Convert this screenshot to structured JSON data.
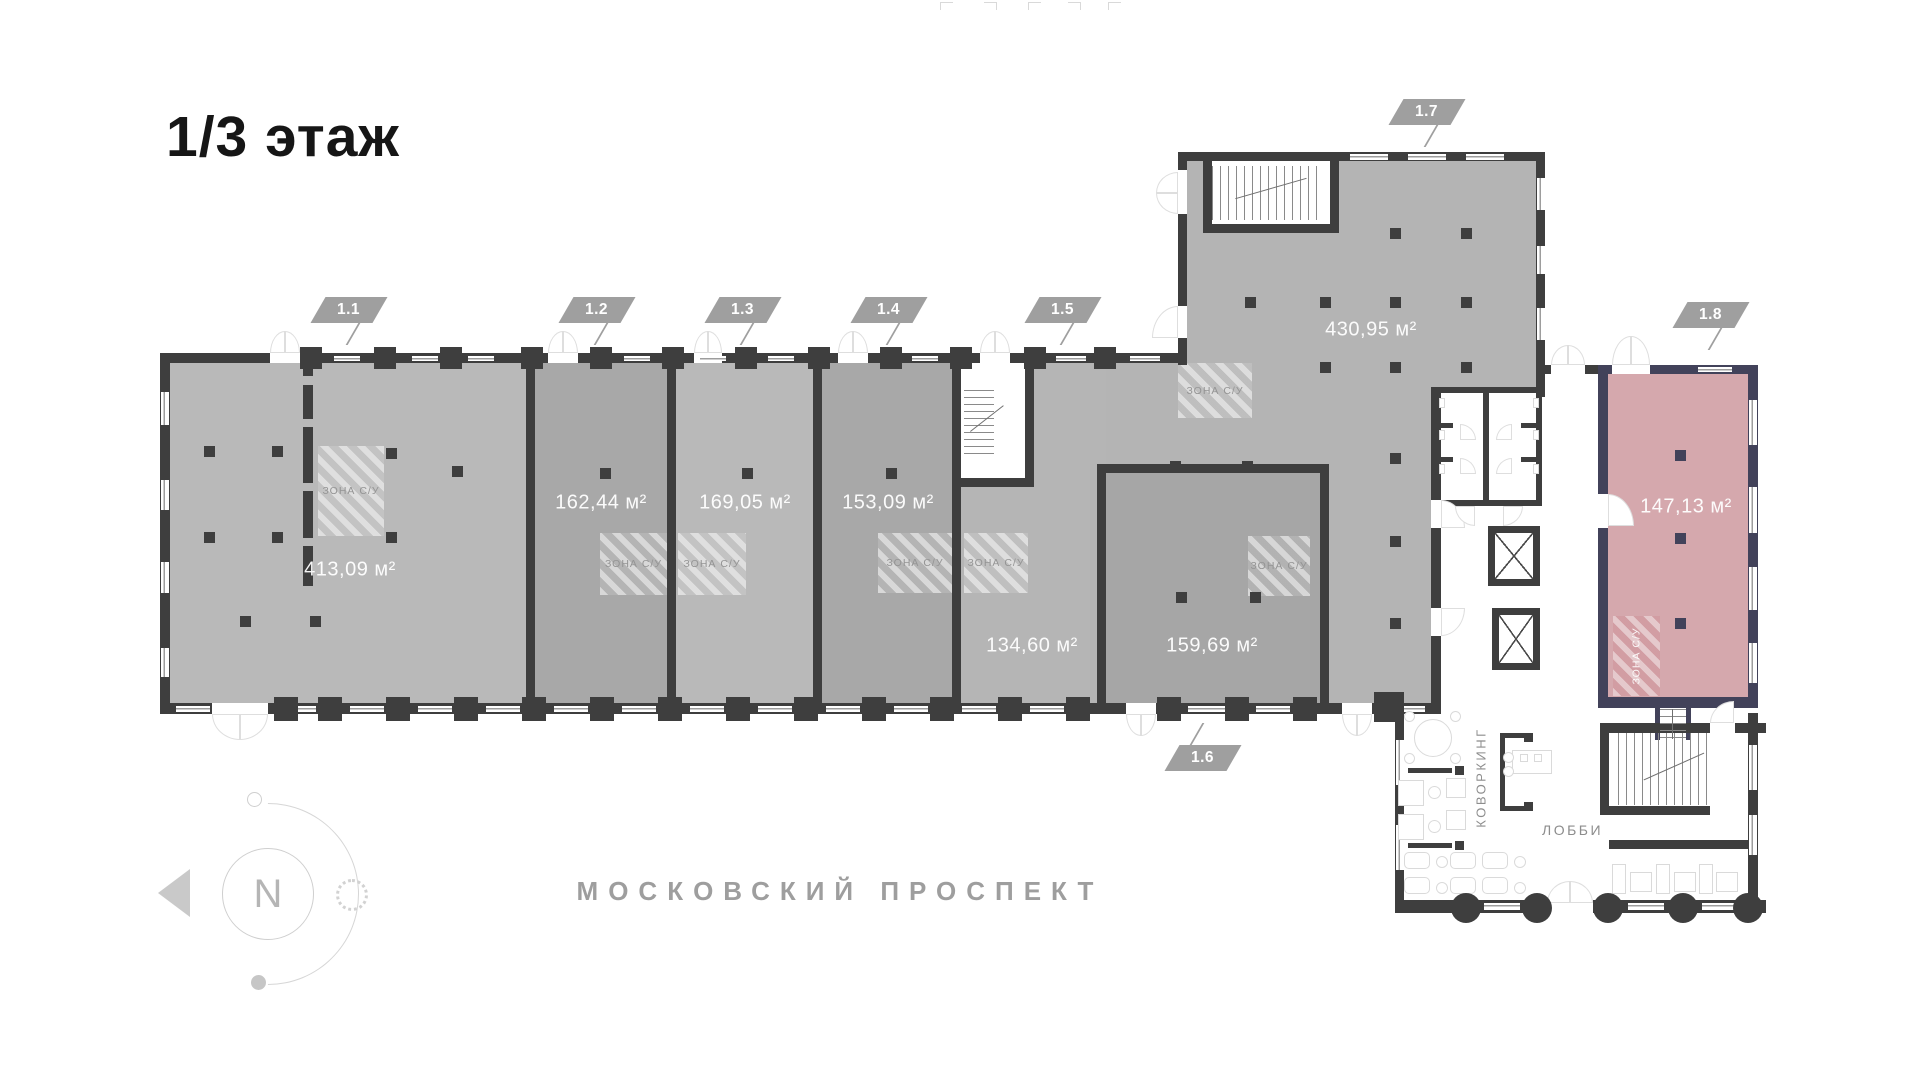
{
  "title": "1/3 этаж",
  "street": "МОСКОВСКИЙ ПРОСПЕКТ",
  "compass": {
    "north": "N"
  },
  "labels": {
    "zone_su": "ЗОНА С/У",
    "coworking": "КОВОРКИНГ",
    "lobby": "ЛОББИ"
  },
  "units": [
    {
      "tag": "1.1",
      "area": "413,09 м²"
    },
    {
      "tag": "1.2",
      "area": "162,44 м²"
    },
    {
      "tag": "1.3",
      "area": "169,05 м²"
    },
    {
      "tag": "1.4",
      "area": "153,09 м²"
    },
    {
      "tag": "1.5",
      "area": "134,60 м²"
    },
    {
      "tag": "1.6",
      "area": "159,69 м²"
    },
    {
      "tag": "1.7",
      "area": "430,95 м²"
    },
    {
      "tag": "1.8",
      "area": "147,13 м²",
      "highlighted": true
    }
  ],
  "colors": {
    "wall": "#3e3e3e",
    "wall_highlight": "#42425a",
    "unit_light": "#b9b9b9",
    "unit_mid": "#a8a8a8",
    "unit_17": "#b4b4b4",
    "highlight_fill": "#d5a8ad",
    "tag_bg": "#9f9f9f"
  }
}
